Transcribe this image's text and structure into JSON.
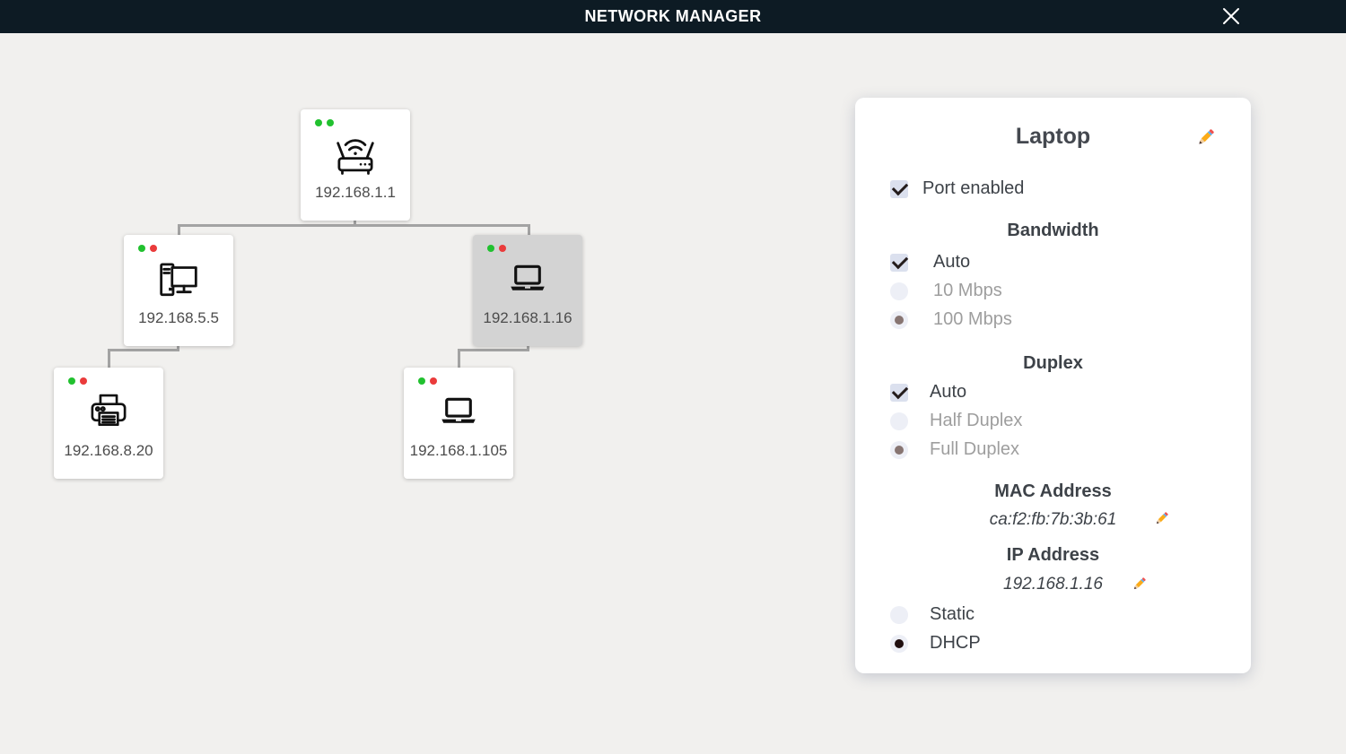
{
  "header": {
    "title": "NETWORK MANAGER"
  },
  "colors": {
    "header_bg": "#0d1b24",
    "page_bg": "#f1f0ee",
    "selected_node_bg": "#d3d3d3",
    "status_green": "#21c12f",
    "status_red": "#ea3b3b",
    "connector_gray": "#a3a3a3",
    "checkbox_bg": "#dbe0ee",
    "radio_bg": "#edeff6",
    "radio_dot_muted": "#877572",
    "radio_dot_dark": "#200f0f",
    "text_dark": "#3d4248",
    "text_disabled": "#9e9e9e"
  },
  "tree": {
    "nodes": [
      {
        "ip": "192.168.1.1",
        "device": "router",
        "status_dots": [
          "green",
          "green"
        ],
        "selected": false
      },
      {
        "ip": "192.168.5.5",
        "device": "desktop",
        "status_dots": [
          "green",
          "red"
        ],
        "selected": false
      },
      {
        "ip": "192.168.1.16",
        "device": "laptop",
        "status_dots": [
          "green",
          "red"
        ],
        "selected": true
      },
      {
        "ip": "192.168.8.20",
        "device": "printer",
        "status_dots": [
          "green",
          "red"
        ],
        "selected": false
      },
      {
        "ip": "192.168.1.105",
        "device": "laptop",
        "status_dots": [
          "green",
          "red"
        ],
        "selected": false
      }
    ]
  },
  "panel": {
    "title": "Laptop",
    "port_enabled": {
      "label": "Port enabled",
      "checked": true
    },
    "bandwidth": {
      "heading": "Bandwidth",
      "auto": {
        "label": "Auto",
        "checked": true
      },
      "options": [
        {
          "label": "10 Mbps",
          "selected": false
        },
        {
          "label": "100 Mbps",
          "selected": true
        }
      ]
    },
    "duplex": {
      "heading": "Duplex",
      "auto": {
        "label": "Auto",
        "checked": true
      },
      "options": [
        {
          "label": "Half Duplex",
          "selected": false
        },
        {
          "label": "Full Duplex",
          "selected": true
        }
      ]
    },
    "mac": {
      "heading": "MAC Address",
      "value": "ca:f2:fb:7b:3b:61"
    },
    "ip": {
      "heading": "IP Address",
      "value": "192.168.1.16"
    },
    "ip_mode": {
      "options": [
        {
          "label": "Static",
          "selected": false
        },
        {
          "label": "DHCP",
          "selected": true
        }
      ]
    }
  }
}
